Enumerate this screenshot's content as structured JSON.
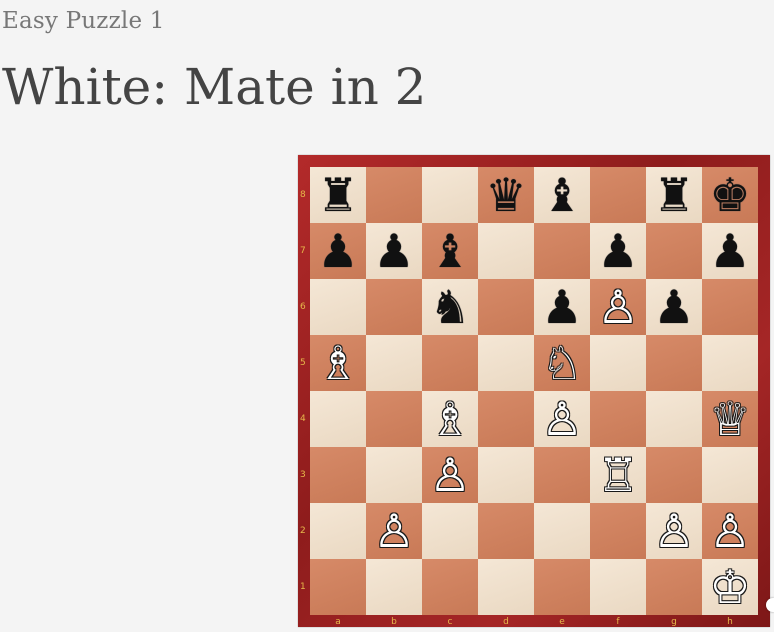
{
  "header": {
    "subtitle": "Easy Puzzle 1",
    "title": "White: Mate in 2"
  },
  "board": {
    "files": [
      "a",
      "b",
      "c",
      "d",
      "e",
      "f",
      "g",
      "h"
    ],
    "ranks": [
      "8",
      "7",
      "6",
      "5",
      "4",
      "3",
      "2",
      "1"
    ],
    "light_color": "#f1dfc8",
    "dark_color": "#d3805b",
    "frame_color": "#a52626",
    "coord_color": "#e6b84a",
    "pieces": [
      {
        "square": "a8",
        "piece": "rook",
        "color": "black"
      },
      {
        "square": "d8",
        "piece": "queen",
        "color": "black"
      },
      {
        "square": "e8",
        "piece": "bishop",
        "color": "black"
      },
      {
        "square": "g8",
        "piece": "rook",
        "color": "black"
      },
      {
        "square": "h8",
        "piece": "king",
        "color": "black"
      },
      {
        "square": "a7",
        "piece": "pawn",
        "color": "black"
      },
      {
        "square": "b7",
        "piece": "pawn",
        "color": "black"
      },
      {
        "square": "c7",
        "piece": "bishop",
        "color": "black"
      },
      {
        "square": "f7",
        "piece": "pawn",
        "color": "black"
      },
      {
        "square": "h7",
        "piece": "pawn",
        "color": "black"
      },
      {
        "square": "c6",
        "piece": "knight",
        "color": "black"
      },
      {
        "square": "e6",
        "piece": "pawn",
        "color": "black"
      },
      {
        "square": "f6",
        "piece": "pawn",
        "color": "white"
      },
      {
        "square": "g6",
        "piece": "pawn",
        "color": "black"
      },
      {
        "square": "a5",
        "piece": "bishop",
        "color": "white"
      },
      {
        "square": "e5",
        "piece": "knight",
        "color": "white"
      },
      {
        "square": "c4",
        "piece": "bishop",
        "color": "white"
      },
      {
        "square": "e4",
        "piece": "pawn",
        "color": "white"
      },
      {
        "square": "h4",
        "piece": "queen",
        "color": "white"
      },
      {
        "square": "c3",
        "piece": "pawn",
        "color": "white"
      },
      {
        "square": "f3",
        "piece": "rook",
        "color": "white"
      },
      {
        "square": "b2",
        "piece": "pawn",
        "color": "white"
      },
      {
        "square": "g2",
        "piece": "pawn",
        "color": "white"
      },
      {
        "square": "h2",
        "piece": "pawn",
        "color": "white"
      },
      {
        "square": "h1",
        "piece": "king",
        "color": "white"
      }
    ]
  }
}
